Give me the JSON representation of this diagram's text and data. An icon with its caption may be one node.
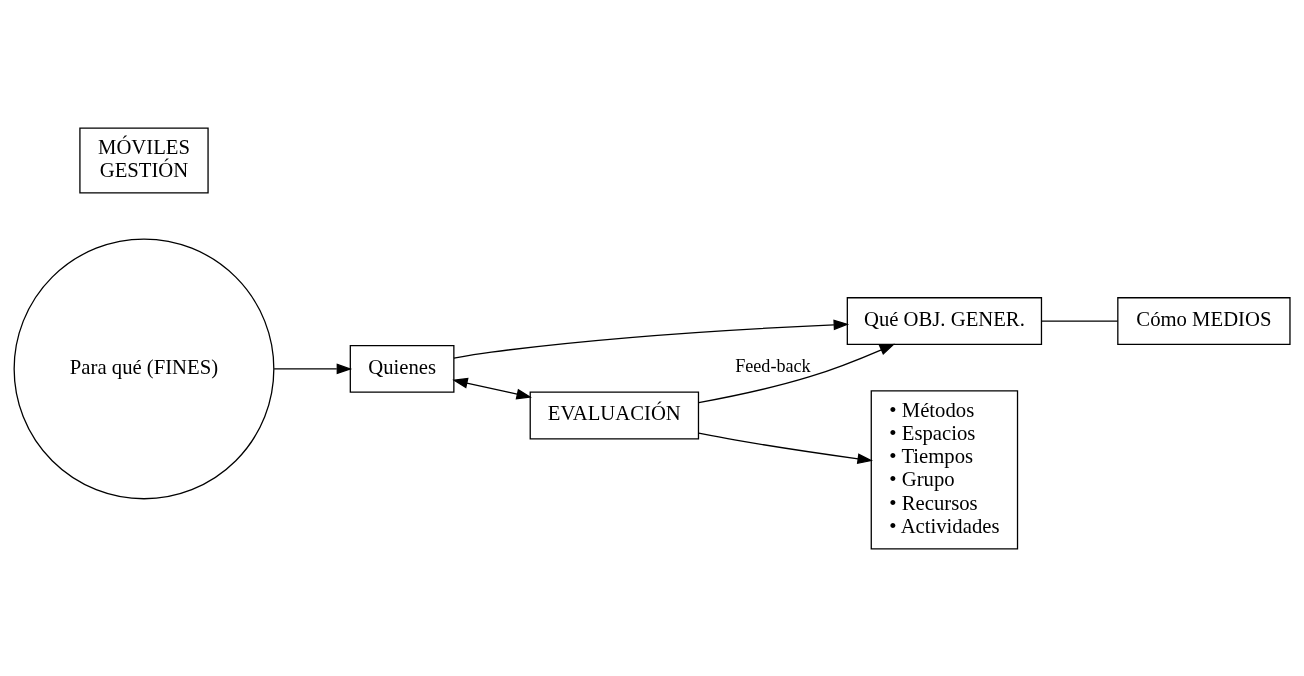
{
  "diagram": {
    "nodes": [
      {
        "text": [
          "Para qué (FINES)"
        ]
      },
      {
        "text": [
          "Quienes"
        ]
      },
      {
        "text": [
          "MÓVILES",
          "GESTIÓN"
        ]
      },
      {
        "text": [
          "Qué OBJ. GENER."
        ]
      },
      {
        "text": [
          "• Métodos",
          "• Espacios",
          "• Tiempos",
          "• Grupo",
          "• Recursos",
          "• Actividades"
        ]
      },
      {
        "text": [
          "Cómo MEDIOS"
        ]
      },
      {
        "text": [
          "EVALUACIÓN"
        ]
      }
    ],
    "edges": [
      {
        "from": 0,
        "to": 1,
        "arrow": "to"
      },
      {
        "from": 1,
        "to": 3,
        "arrow": "to"
      },
      {
        "from": 1,
        "to": 6,
        "arrow": "both"
      },
      {
        "from": 6,
        "to": 4,
        "arrow": "to"
      },
      {
        "from": 3,
        "to": 5,
        "arrow": "none"
      },
      {
        "from": 6,
        "to": 3,
        "arrow": "to",
        "label": "Feed-back"
      }
    ]
  }
}
